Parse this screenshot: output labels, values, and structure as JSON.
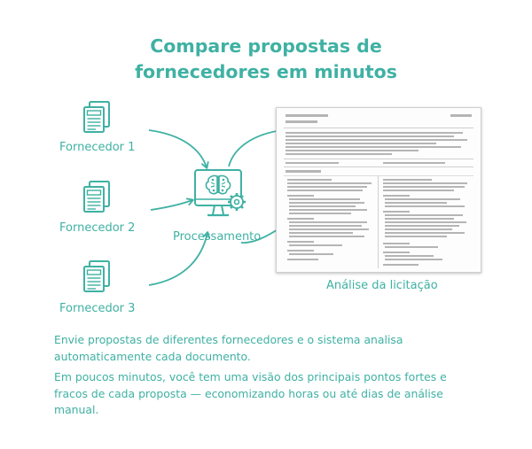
{
  "header": {
    "title_line1": "Compare propostas de",
    "title_line2": "fornecedores em minutos"
  },
  "suppliers": [
    {
      "label": "Fornecedor 1",
      "icon": "document-stack-icon"
    },
    {
      "label": "Fornecedor 2",
      "icon": "document-stack-icon"
    },
    {
      "label": "Fornecedor 3",
      "icon": "document-stack-icon"
    }
  ],
  "processing": {
    "label": "Processamento",
    "icon": "brain-monitor-gear-icon"
  },
  "result": {
    "label": "Análise da licitação"
  },
  "description": {
    "paragraph1": "Envie propostas de diferentes fornecedores e o sistema analisa automaticamente cada documento.",
    "paragraph2": "Em poucos minutos, você tem uma visão dos principais pontos fortes e fracos de cada proposta — economizando horas ou até dias de análise manual."
  },
  "colors": {
    "accent": "#3fb1a3",
    "arrow": "#3fb1a3"
  }
}
